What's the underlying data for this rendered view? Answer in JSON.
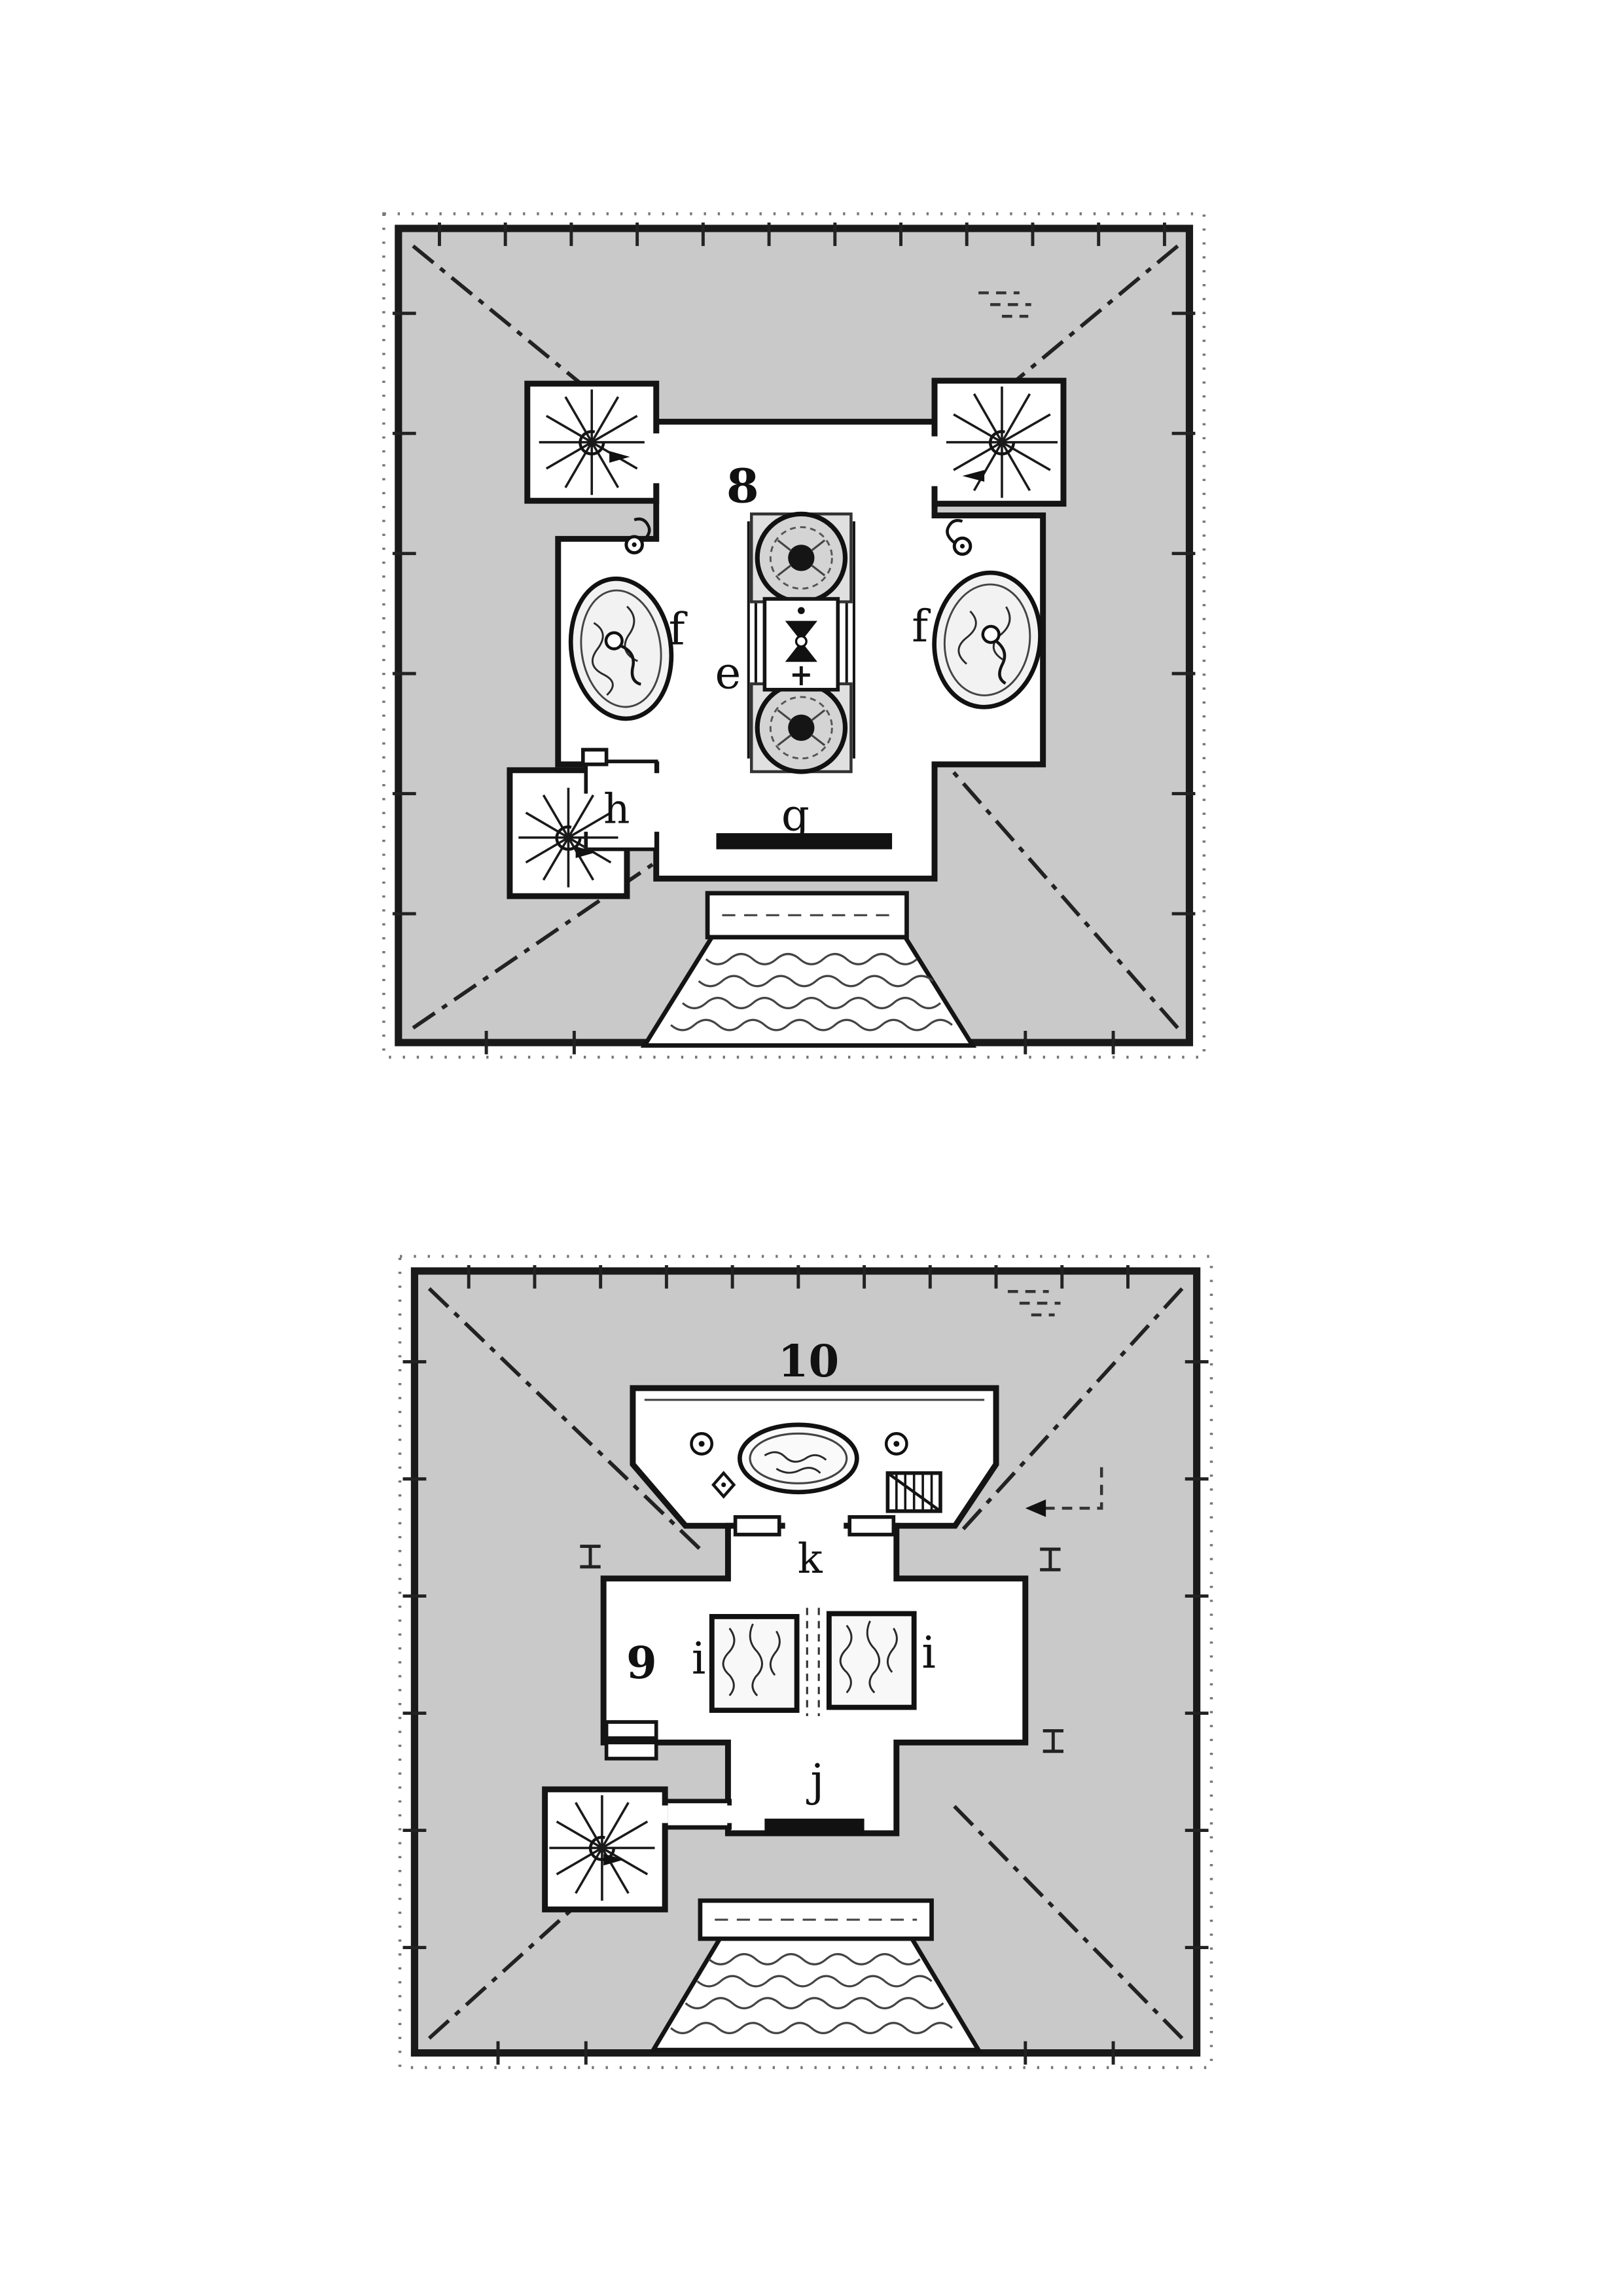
{
  "palette": {
    "paper": "#ffffff",
    "roof": "#c9c9c9",
    "ink": "#1a1a1a",
    "pool": "#f2f2f2",
    "brazier": "#d4d4d4"
  },
  "upper_plan": {
    "floor_number": "8",
    "label_altar": "e",
    "label_pool_left": "f",
    "label_pool_right": "f",
    "label_hall": "g",
    "label_side_room": "h"
  },
  "lower_plan": {
    "label_top_room": "10",
    "floor_number": "9",
    "label_pillar_left": "i",
    "label_pillar_right": "i",
    "label_lower_passage": "j",
    "label_upper_passage": "k"
  }
}
